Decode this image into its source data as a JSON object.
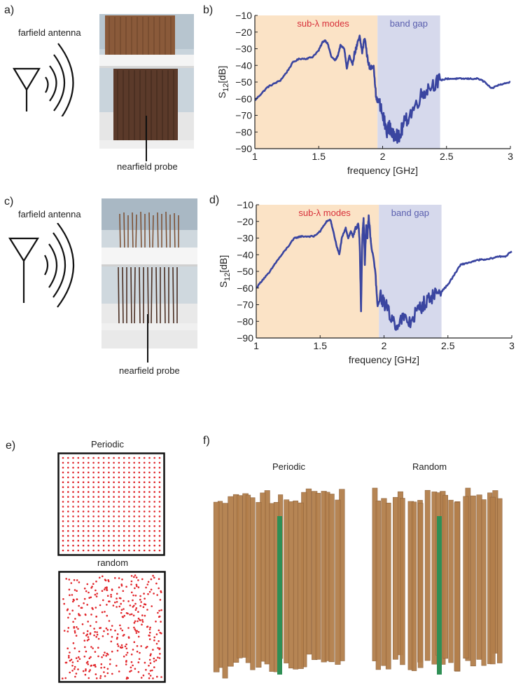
{
  "panel_labels": {
    "a": "a)",
    "b": "b)",
    "c": "c)",
    "d": "d)",
    "e": "e)",
    "f": "f)"
  },
  "setup_labels": {
    "farfield": "farfield antenna",
    "nearfield": "nearfield probe"
  },
  "chart_data": [
    {
      "type": "line",
      "panel": "b",
      "xlabel": "frequency [GHz]",
      "ylabel": "S12[dB]",
      "ylabel_main": "S",
      "ylabel_sub": "12",
      "ylabel_unit": "[dB]",
      "xlim": [
        1,
        3
      ],
      "ylim": [
        -90,
        -10
      ],
      "x_ticks": [
        "1",
        "1.5",
        "2",
        "2.5",
        "3"
      ],
      "y_ticks": [
        "−90",
        "−80",
        "−70",
        "−60",
        "−50",
        "−40",
        "−30",
        "−20",
        "−10"
      ],
      "grid": false,
      "regions": [
        {
          "label": "sub-λ modes",
          "x0": 1.0,
          "x1": 1.96,
          "color": "#fbe3c6",
          "text_color": "#d7303a"
        },
        {
          "label": "band gap",
          "x0": 1.96,
          "x1": 2.45,
          "color": "#d6d9ec",
          "text_color": "#5a5fae"
        }
      ],
      "series": [
        {
          "color": "#3a45a0",
          "x": [
            1.0,
            1.05,
            1.1,
            1.15,
            1.2,
            1.25,
            1.3,
            1.35,
            1.4,
            1.45,
            1.5,
            1.53,
            1.55,
            1.57,
            1.6,
            1.63,
            1.65,
            1.67,
            1.7,
            1.72,
            1.74,
            1.76,
            1.78,
            1.8,
            1.82,
            1.84,
            1.86,
            1.88,
            1.9,
            1.93,
            1.95,
            1.97,
            2.0,
            2.03,
            2.06,
            2.08,
            2.1,
            2.13,
            2.16,
            2.2,
            2.25,
            2.3,
            2.35,
            2.4,
            2.45,
            2.5,
            2.55,
            2.6,
            2.65,
            2.7,
            2.75,
            2.8,
            2.85,
            2.9,
            2.95,
            3.0
          ],
          "y": [
            -61,
            -57,
            -53,
            -51,
            -49,
            -44,
            -38,
            -36,
            -36,
            -35,
            -31,
            -26,
            -25,
            -27,
            -35,
            -37,
            -34,
            -28,
            -30,
            -42,
            -34,
            -40,
            -33,
            -28,
            -23,
            -32,
            -23,
            -35,
            -42,
            -40,
            -60,
            -62,
            -70,
            -79,
            -77,
            -83,
            -80,
            -84,
            -76,
            -71,
            -65,
            -58,
            -54,
            -51,
            -49,
            -48,
            -48,
            -48,
            -48,
            -48,
            -48,
            -50,
            -54,
            -52,
            -51,
            -50
          ]
        }
      ]
    },
    {
      "type": "line",
      "panel": "d",
      "xlabel": "frequency [GHz]",
      "ylabel": "S12[dB]",
      "ylabel_main": "S",
      "ylabel_sub": "12",
      "ylabel_unit": "[dB]",
      "xlim": [
        1,
        3
      ],
      "ylim": [
        -90,
        -10
      ],
      "x_ticks": [
        "1",
        "1.5",
        "2",
        "2.5",
        "3"
      ],
      "y_ticks": [
        "−90",
        "−80",
        "−70",
        "−60",
        "−50",
        "−40",
        "−30",
        "−20",
        "−10"
      ],
      "grid": false,
      "regions": [
        {
          "label": "sub-λ modes",
          "x0": 1.0,
          "x1": 1.96,
          "color": "#fbe3c6",
          "text_color": "#d7303a"
        },
        {
          "label": "band gap",
          "x0": 1.96,
          "x1": 2.45,
          "color": "#d6d9ec",
          "text_color": "#5a5fae"
        }
      ],
      "series": [
        {
          "color": "#3a45a0",
          "x": [
            1.0,
            1.05,
            1.1,
            1.15,
            1.2,
            1.25,
            1.3,
            1.35,
            1.4,
            1.45,
            1.5,
            1.55,
            1.58,
            1.6,
            1.63,
            1.65,
            1.67,
            1.7,
            1.72,
            1.74,
            1.76,
            1.78,
            1.8,
            1.81,
            1.82,
            1.83,
            1.84,
            1.85,
            1.86,
            1.87,
            1.88,
            1.9,
            1.93,
            1.95,
            1.97,
            2.0,
            2.05,
            2.1,
            2.15,
            2.2,
            2.25,
            2.3,
            2.35,
            2.4,
            2.45,
            2.5,
            2.55,
            2.6,
            2.65,
            2.7,
            2.75,
            2.8,
            2.85,
            2.9,
            2.95,
            3.0
          ],
          "y": [
            -60,
            -55,
            -51,
            -45,
            -40,
            -35,
            -30,
            -29,
            -29,
            -29,
            -26,
            -20,
            -19,
            -25,
            -35,
            -40,
            -30,
            -24,
            -30,
            -26,
            -29,
            -24,
            -21,
            -35,
            -73,
            -30,
            -18,
            -45,
            -23,
            -30,
            -17,
            -35,
            -48,
            -72,
            -65,
            -68,
            -77,
            -82,
            -78,
            -81,
            -75,
            -70,
            -67,
            -63,
            -62,
            -58,
            -52,
            -46,
            -45,
            -44,
            -43,
            -43,
            -42,
            -41,
            -41,
            -38
          ]
        }
      ]
    }
  ],
  "panel_e": {
    "periodic_title": "Periodic",
    "random_title": "random",
    "dot_color": "#e1262b"
  },
  "panel_f": {
    "periodic_title": "Periodic",
    "random_title": "Random",
    "rod_color": "#b37f4b",
    "rod_highlight": "#2f8f55"
  }
}
